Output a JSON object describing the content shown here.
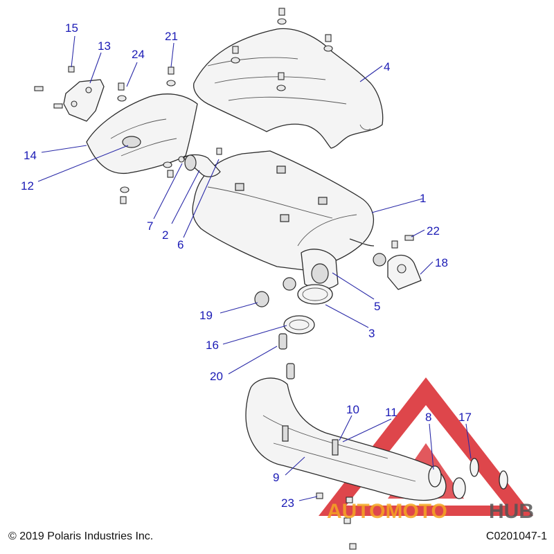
{
  "callouts": [
    {
      "num": "1"
    },
    {
      "num": "2"
    },
    {
      "num": "3"
    },
    {
      "num": "4"
    },
    {
      "num": "5"
    },
    {
      "num": "6"
    },
    {
      "num": "7"
    },
    {
      "num": "8"
    },
    {
      "num": "9"
    },
    {
      "num": "10"
    },
    {
      "num": "11"
    },
    {
      "num": "12"
    },
    {
      "num": "13"
    },
    {
      "num": "14"
    },
    {
      "num": "15"
    },
    {
      "num": "16"
    },
    {
      "num": "17"
    },
    {
      "num": "18"
    },
    {
      "num": "19"
    },
    {
      "num": "20"
    },
    {
      "num": "21"
    },
    {
      "num": "22"
    },
    {
      "num": "23"
    },
    {
      "num": "24"
    }
  ],
  "footer": {
    "copyright": "© 2019 Polaris Industries Inc.",
    "drawing_number": "C0201047-1"
  },
  "watermark": {
    "text_auto": "AUTOMOTO",
    "text_hub": "HUB",
    "color_red": "#d9262c",
    "color_orange": "#f5a623",
    "color_gray": "#555555"
  },
  "colors": {
    "callout_text": "#1a1ab5",
    "leader_line": "#2a2aa8",
    "outline": "#2b2b2b"
  }
}
